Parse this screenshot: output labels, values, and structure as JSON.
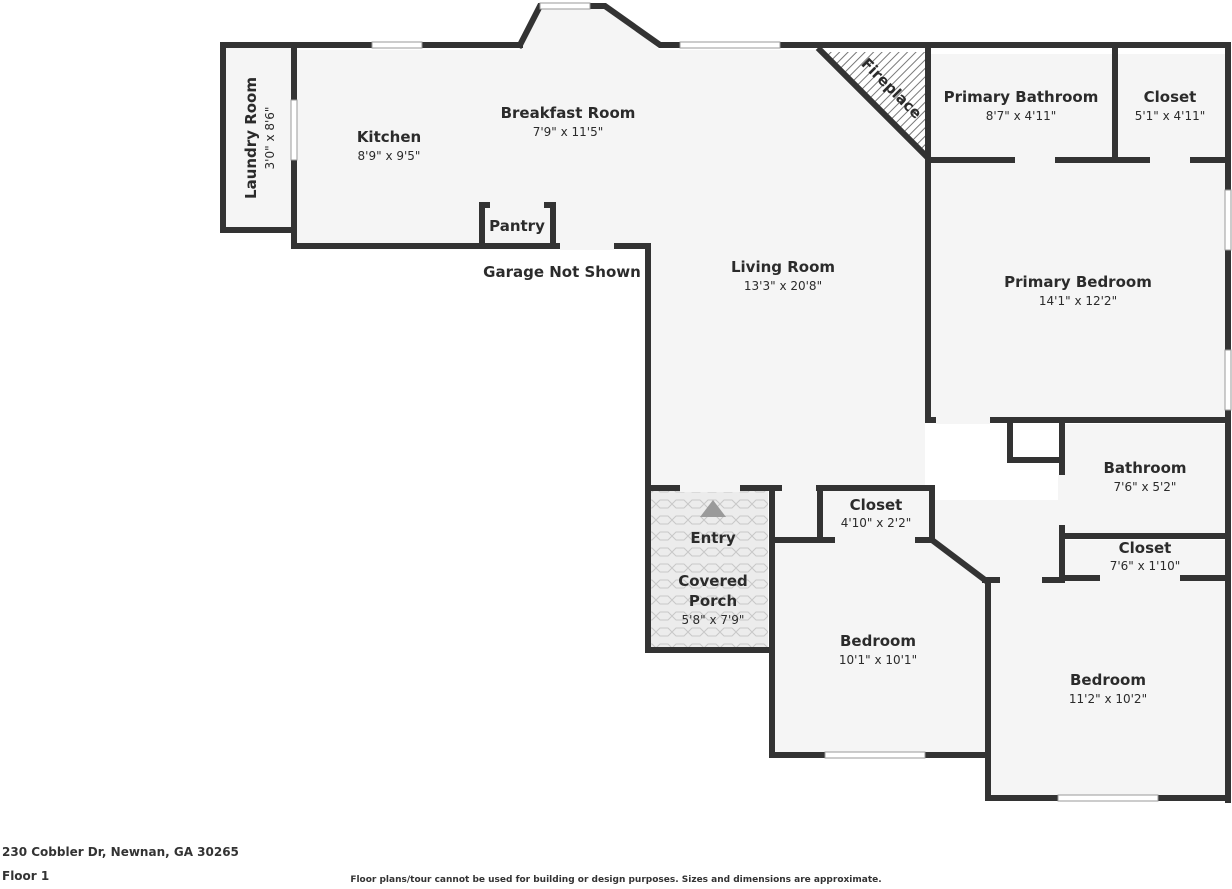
{
  "rooms": {
    "laundry": {
      "name": "Laundry Room",
      "dim": "3'0\" x 8'6\""
    },
    "kitchen": {
      "name": "Kitchen",
      "dim": "8'9\" x 9'5\""
    },
    "breakfast": {
      "name": "Breakfast Room",
      "dim": "7'9\" x 11'5\""
    },
    "pantry": {
      "name": "Pantry"
    },
    "fireplace": {
      "name": "Fireplace"
    },
    "primary_bath": {
      "name": "Primary Bathroom",
      "dim": "8'7\" x 4'11\""
    },
    "closet_top": {
      "name": "Closet",
      "dim": "5'1\" x 4'11\""
    },
    "living": {
      "name": "Living Room",
      "dim": "13'3\" x 20'8\""
    },
    "primary_bed": {
      "name": "Primary Bedroom",
      "dim": "14'1\" x 12'2\""
    },
    "bathroom": {
      "name": "Bathroom",
      "dim": "7'6\" x 5'2\""
    },
    "closet_mid": {
      "name": "Closet",
      "dim": "4'10\" x 2'2\""
    },
    "closet_right": {
      "name": "Closet",
      "dim": "7'6\" x 1'10\""
    },
    "entry": {
      "name": "Entry"
    },
    "porch": {
      "name_line1": "Covered",
      "name_line2": "Porch",
      "dim": "5'8\" x 7'9\""
    },
    "bedroom_left": {
      "name": "Bedroom",
      "dim": "10'1\" x 10'1\""
    },
    "bedroom_right": {
      "name": "Bedroom",
      "dim": "11'2\" x 10'2\""
    }
  },
  "notes": {
    "garage": "Garage Not Shown"
  },
  "footer": {
    "address": "230 Cobbler Dr, Newnan, GA 30265",
    "floor": "Floor 1",
    "disclaimer": "Floor plans/tour cannot be used for building or design purposes. Sizes and dimensions are approximate."
  },
  "colors": {
    "wall": "#333333",
    "floor": "#f5f5f5",
    "window": "#e6e6e6",
    "porch": "#ececec"
  }
}
